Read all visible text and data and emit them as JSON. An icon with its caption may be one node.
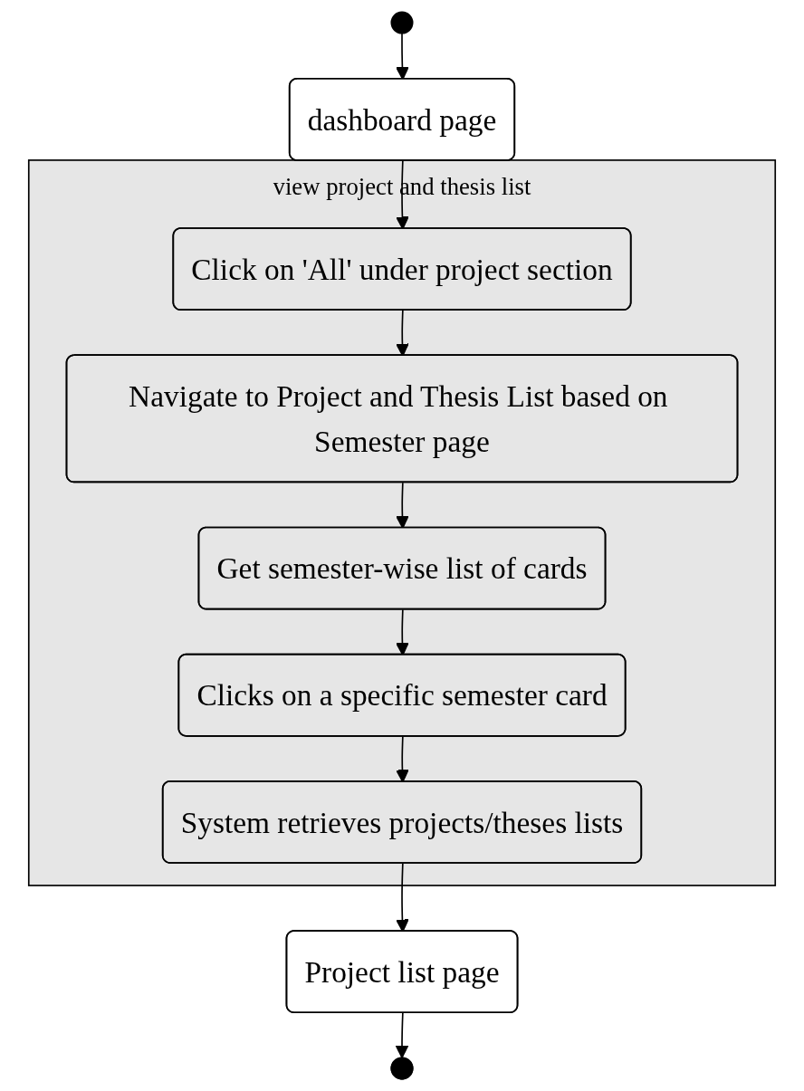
{
  "diagram": {
    "nodes": [
      {
        "text": [],
        "shape": "circle"
      },
      {
        "text": [
          "dashboard page"
        ]
      },
      {
        "text": [
          "view project and thesis list"
        ]
      },
      {
        "text": [
          "Click on 'All' under project section"
        ],
        "in": 2
      },
      {
        "text": [
          "Navigate to Project and Thesis List based on Semester page"
        ],
        "in": 2
      },
      {
        "text": [
          "Get semester-wise list of cards"
        ],
        "in": 2
      },
      {
        "text": [
          "Clicks on a specific semester card"
        ],
        "in": 2
      },
      {
        "text": [
          "System retrieves projects/theses lists"
        ],
        "in": 2
      },
      {
        "text": [
          "Project list page"
        ]
      },
      {
        "text": [],
        "shape": "circle"
      }
    ],
    "edges": [
      {
        "from": 0,
        "to": 1,
        "arrow": "to"
      },
      {
        "from": 1,
        "to": 3,
        "arrow": "to"
      },
      {
        "from": 3,
        "to": 4,
        "arrow": "to"
      },
      {
        "from": 4,
        "to": 5,
        "arrow": "to"
      },
      {
        "from": 5,
        "to": 6,
        "arrow": "to"
      },
      {
        "from": 6,
        "to": 7,
        "arrow": "to"
      },
      {
        "from": 7,
        "to": 8,
        "arrow": "to"
      },
      {
        "from": 8,
        "to": 9,
        "arrow": "to"
      }
    ]
  }
}
